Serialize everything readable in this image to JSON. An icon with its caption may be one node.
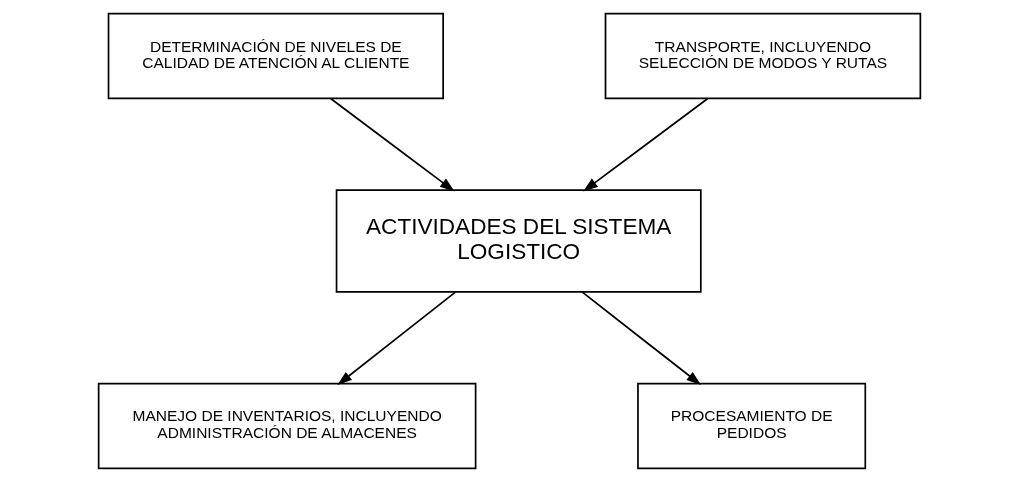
{
  "diagram": {
    "nodes": [
      {
        "text": [
          "DETERMINACIÓN DE NIVELES DE CALIDAD DE ATENCIÓN AL CLIENTE"
        ]
      },
      {
        "text": [
          "TRANSPORTE, INCLUYENDO SELECCIÓN DE MODOS Y RUTAS"
        ]
      },
      {
        "text": [
          "ACTIVIDADES DEL SISTEMA LOGISTICO"
        ]
      },
      {
        "text": [
          "MANEJO DE INVENTARIOS, INCLUYENDO ADMINISTRACIÓN DE ALMACENES"
        ]
      },
      {
        "text": [
          "PROCESAMIENTO DE PEDIDOS"
        ]
      }
    ],
    "edges": [
      {
        "from": 0,
        "to": 2,
        "arrow": "to"
      },
      {
        "from": 1,
        "to": 2,
        "arrow": "to"
      },
      {
        "from": 2,
        "to": 3,
        "arrow": "to"
      },
      {
        "from": 2,
        "to": 4,
        "arrow": "to"
      }
    ]
  }
}
